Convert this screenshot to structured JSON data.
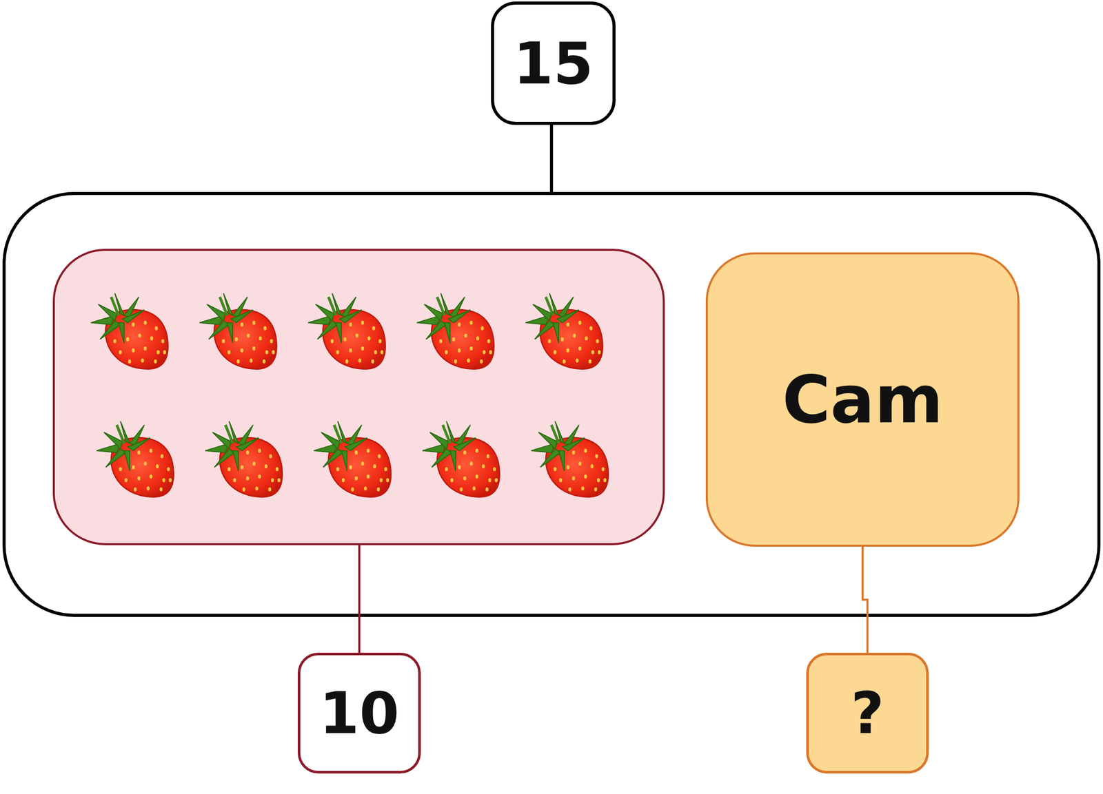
{
  "diagram": {
    "nodes": [
      {
        "text": [
          "15"
        ]
      },
      {
        "text": [
          "Cam"
        ]
      },
      {
        "text": [
          "10"
        ]
      },
      {
        "text": [
          "?"
        ]
      }
    ],
    "edges": [
      {
        "from": 1,
        "to": 3,
        "arrow": "none"
      }
    ]
  }
}
